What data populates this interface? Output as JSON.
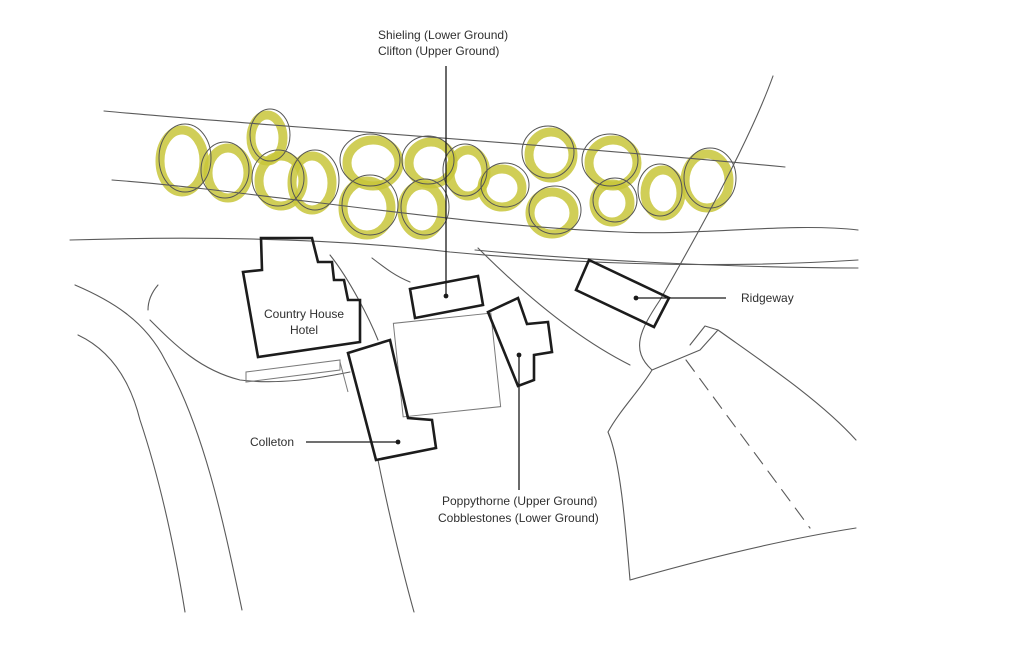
{
  "colors": {
    "tree_highlight": "#c8c63a",
    "building_outline": "#1c1c1c",
    "sketch_line": "#5a5a5a"
  },
  "labels": {
    "shieling": "Shieling  (Lower Ground)",
    "clifton": "Clifton  (Upper Ground)",
    "country_house_1": "Country House",
    "country_house_2": "Hotel",
    "ridgeway": "Ridgeway",
    "colleton": "Colleton",
    "poppythorne": "Poppythorne (Upper Ground)",
    "cobblestones": "Cobblestones (Lower Ground)"
  }
}
